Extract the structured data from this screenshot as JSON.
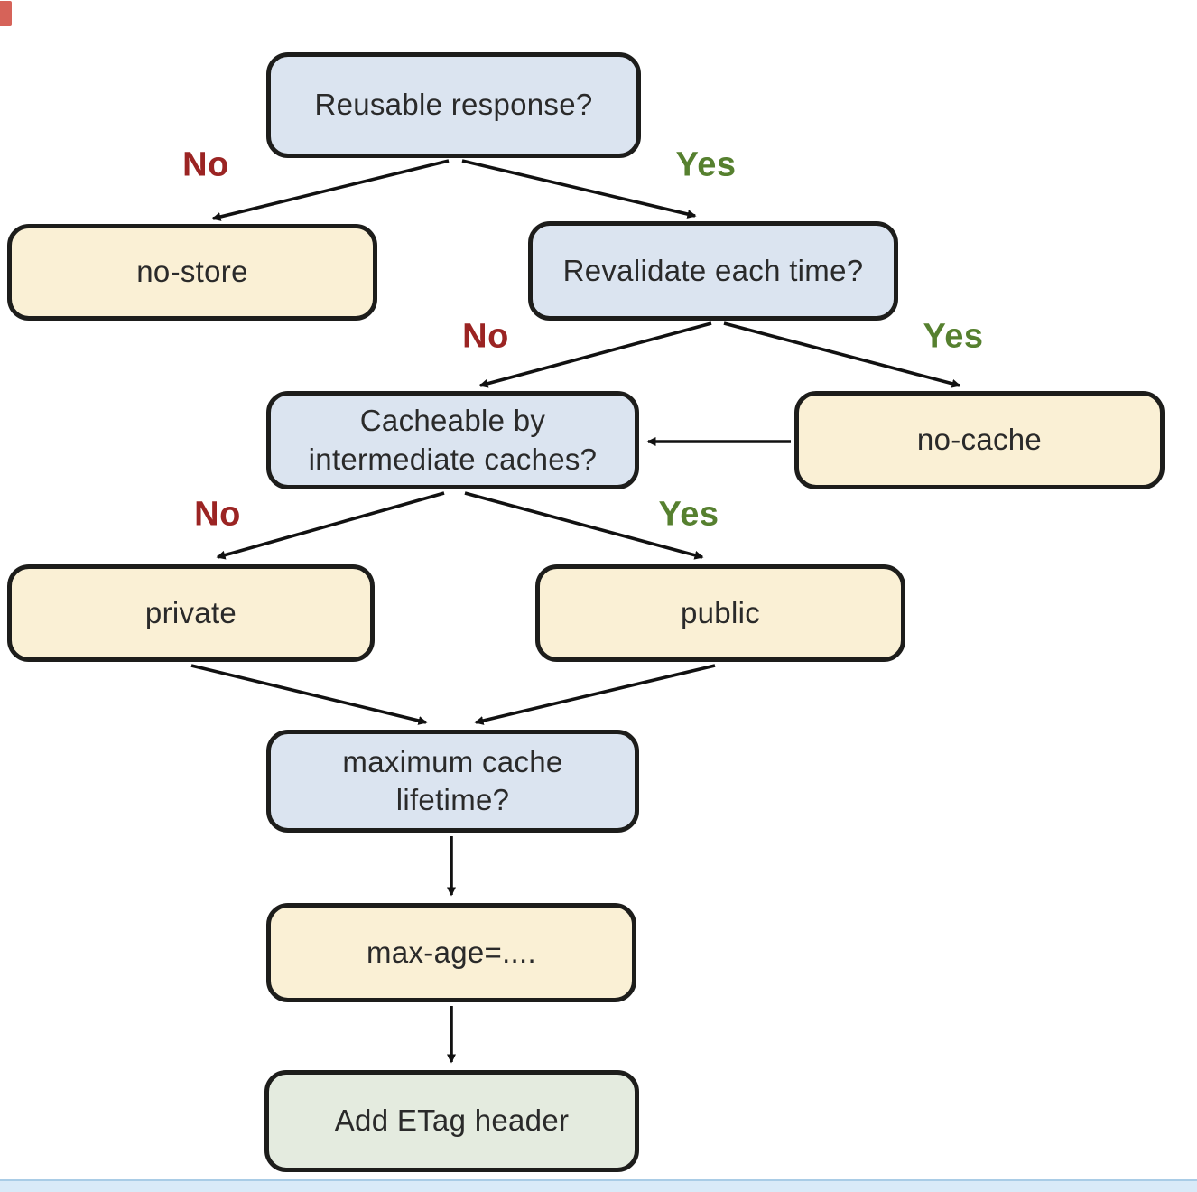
{
  "diagram": {
    "type": "flowchart",
    "topic": "Cache-Control response decision tree",
    "nodes": [
      {
        "id": "reusable",
        "label": "Reusable response?",
        "kind": "question"
      },
      {
        "id": "no-store",
        "label": "no-store",
        "kind": "directive"
      },
      {
        "id": "revalidate",
        "label": "Revalidate each time?",
        "kind": "question"
      },
      {
        "id": "cacheable",
        "label": "Cacheable by intermediate caches?",
        "kind": "question"
      },
      {
        "id": "no-cache",
        "label": "no-cache",
        "kind": "directive"
      },
      {
        "id": "private",
        "label": "private",
        "kind": "directive"
      },
      {
        "id": "public",
        "label": "public",
        "kind": "directive"
      },
      {
        "id": "lifetime",
        "label": "maximum cache lifetime?",
        "kind": "question"
      },
      {
        "id": "max-age",
        "label": "max-age=....",
        "kind": "directive"
      },
      {
        "id": "etag",
        "label": "Add ETag header",
        "kind": "action"
      }
    ],
    "edge_labels": [
      {
        "text": "No",
        "answer": "no"
      },
      {
        "text": "Yes",
        "answer": "yes"
      },
      {
        "text": "No",
        "answer": "no"
      },
      {
        "text": "Yes",
        "answer": "yes"
      },
      {
        "text": "No",
        "answer": "no"
      },
      {
        "text": "Yes",
        "answer": "yes"
      }
    ],
    "edges": [
      {
        "from": "reusable",
        "to": "no-store",
        "label": "No"
      },
      {
        "from": "reusable",
        "to": "revalidate",
        "label": "Yes"
      },
      {
        "from": "revalidate",
        "to": "cacheable",
        "label": "No"
      },
      {
        "from": "revalidate",
        "to": "no-cache",
        "label": "Yes"
      },
      {
        "from": "no-cache",
        "to": "cacheable",
        "label": ""
      },
      {
        "from": "cacheable",
        "to": "private",
        "label": "No"
      },
      {
        "from": "cacheable",
        "to": "public",
        "label": "Yes"
      },
      {
        "from": "private",
        "to": "lifetime",
        "label": ""
      },
      {
        "from": "public",
        "to": "lifetime",
        "label": ""
      },
      {
        "from": "lifetime",
        "to": "max-age",
        "label": ""
      },
      {
        "from": "max-age",
        "to": "etag",
        "label": ""
      }
    ],
    "colors": {
      "question_fill": "#dbe4f0",
      "directive_fill": "#faf0d5",
      "action_fill": "#e4ebdf",
      "border": "#1d1d1b",
      "no_label": "#9b2423",
      "yes_label": "#56802f",
      "arrow": "#111111",
      "bottom_strip": "#d9eaf8"
    }
  }
}
